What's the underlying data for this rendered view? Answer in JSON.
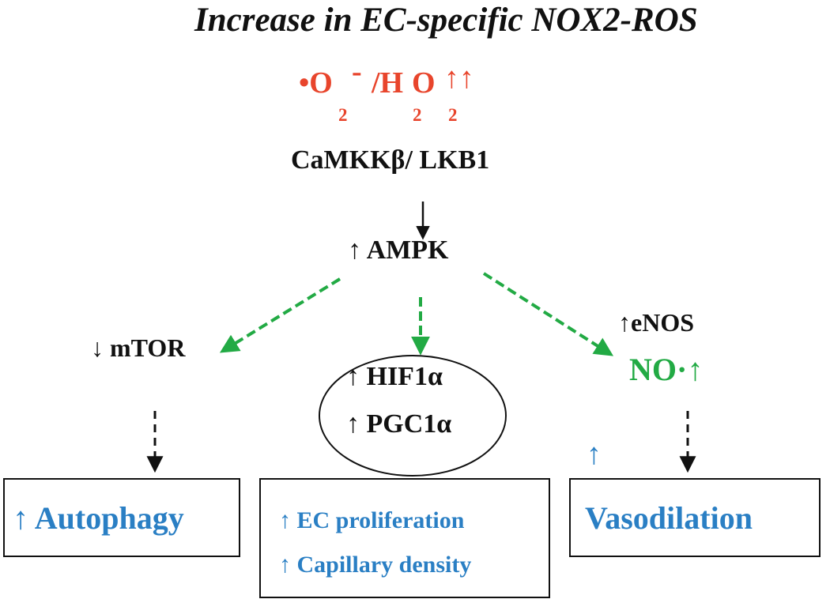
{
  "title": "Increase in EC-specific NOX2-ROS",
  "ros": {
    "dot_o": "•O",
    "minus": "-",
    "slash_h": "/H",
    "o": "O",
    "arrows": "↑↑",
    "sub1": "2",
    "sub2": "2",
    "sub3": "2"
  },
  "kinases": "CaMKKβ/ LKB1",
  "ampk": "↑ AMPK",
  "mtor": "↓ mTOR",
  "hif": "↑ HIF1α",
  "pgc": "↑ PGC1α",
  "enos": "↑eNOS",
  "no": "NO·↑",
  "boxes": {
    "autophagy": "↑ Autophagy",
    "ec_proliferation": "↑ EC proliferation",
    "capillary_density": "↑ Capillary  density",
    "vasodilation": "Vasodilation",
    "vasodilation_arrow": "↑"
  },
  "colors": {
    "ros": "#e8452c",
    "green_arrows": "#22aa44",
    "outcomes": "#2a7fc4",
    "text": "#111111"
  }
}
